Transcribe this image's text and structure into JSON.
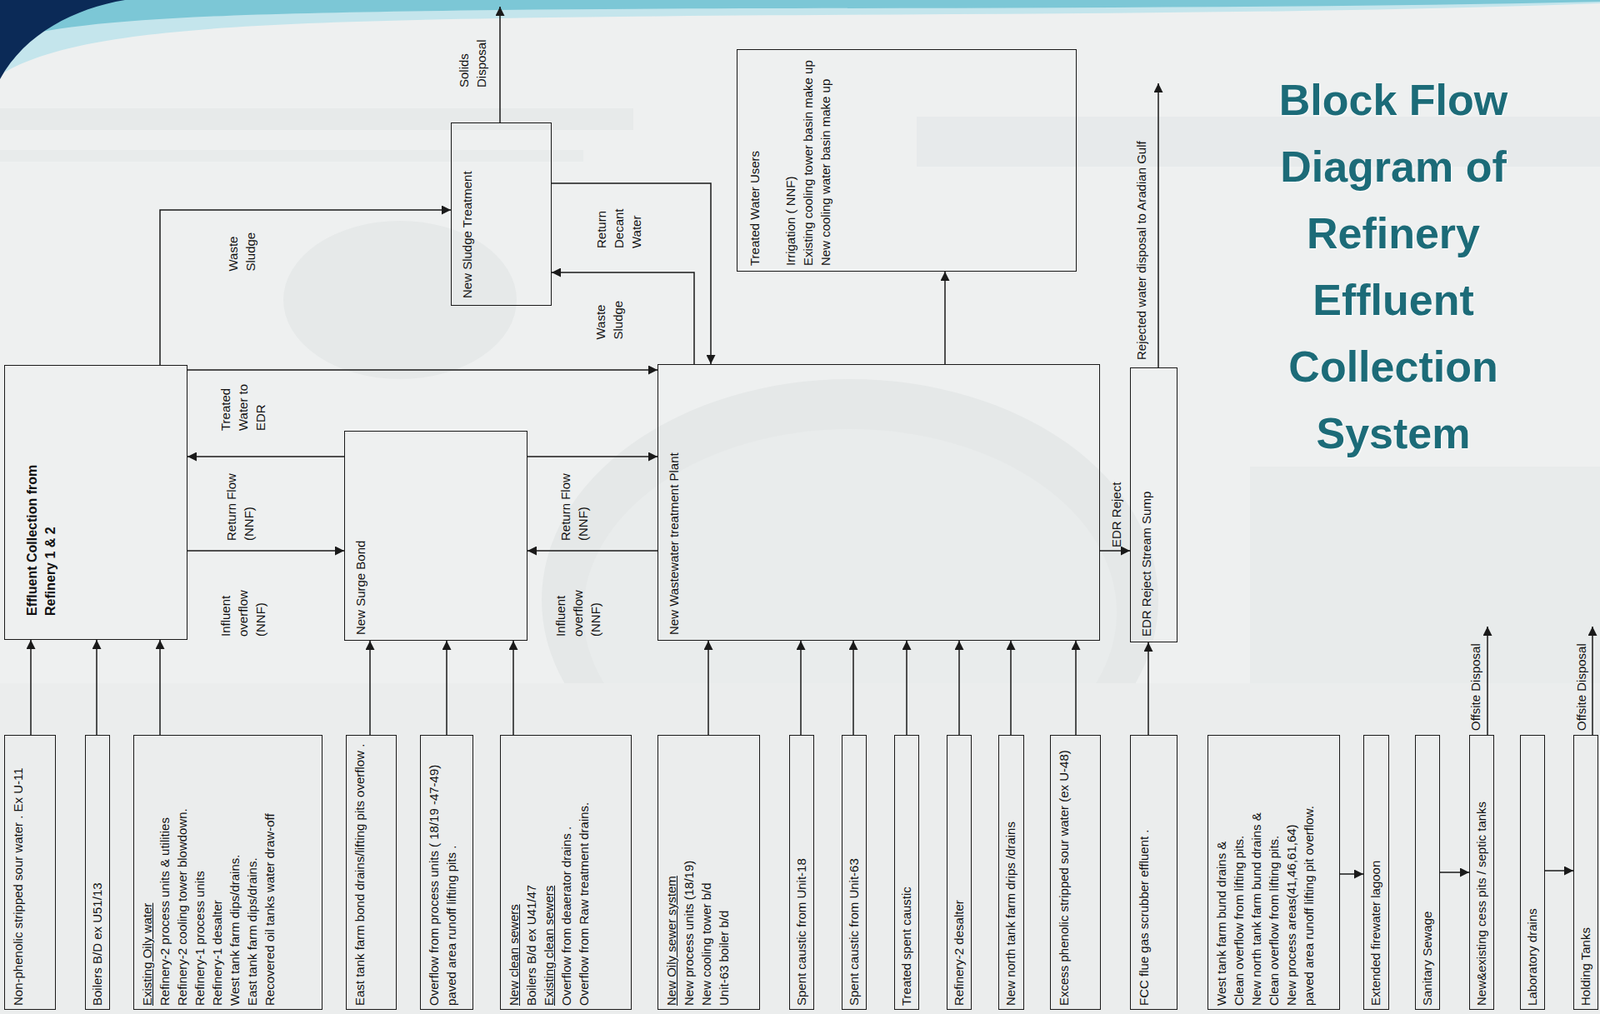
{
  "diagram": {
    "title": "Block Flow Diagram of Refinery Effluent Collection System",
    "nodes": [
      {
        "text": [
          "New Sludge Treatment"
        ]
      },
      {
        "text": [
          "Treated Water Users",
          "Irrigation ( NNF)",
          "Existing cooling tower basin make up",
          "New cooling water basin make up"
        ]
      },
      {
        "text": [
          "Effluent Collection from Refinery 1 & 2"
        ]
      },
      {
        "text": [
          "New Surge Bond"
        ]
      },
      {
        "text": [
          "New Wastewater treatment Plant"
        ]
      },
      {
        "text": [
          "EDR Reject Stream Sump"
        ]
      },
      {
        "text": [
          "Non-phenolic stripped sour water . Ex U-11"
        ]
      },
      {
        "text": [
          "Boilers B/D ex U51/13"
        ]
      },
      {
        "text": [
          "Existing Oily water",
          "Refinery-2 process units & utilities",
          "Refinery-2 cooling tower blowdown.",
          "Refinery-1 process units",
          "Refinery-1 desalter",
          "West tank farm dips/drains.",
          "East tank farm dips/drains.",
          "Recovered oil tanks water draw-off"
        ]
      },
      {
        "text": [
          "East tank farm bond drains/lifting pits overflow ."
        ]
      },
      {
        "text": [
          "Overflow from process units ( 18/19 -47-49) paved area runoff lifting pits ."
        ]
      },
      {
        "text": [
          "New clean sewers",
          "Boilers B/d ex U41/47",
          "Existing clean sewers",
          "Overflow from deaerator drains .",
          "Overflow from Raw treatment drains."
        ]
      },
      {
        "text": [
          "New Oily sewer system",
          "New process units (18/19)",
          "New cooling tower b/d",
          "Unit-63 boiler b/d"
        ]
      },
      {
        "text": [
          "Spent caustic from Unit-18"
        ]
      },
      {
        "text": [
          "Spent caustic from Unit-63"
        ]
      },
      {
        "text": [
          "Treated spent caustic"
        ]
      },
      {
        "text": [
          "Refinery-2 desalter"
        ]
      },
      {
        "text": [
          "New north tank farm drips /drains"
        ]
      },
      {
        "text": [
          "Excess phenolic stripped sour water (ex U-48)"
        ]
      },
      {
        "text": [
          "FCC flue gas scrubber effluent ."
        ]
      },
      {
        "text": [
          "West tank farm bund drains &",
          "Clean overflow from lifting pits.",
          "New north tank farm bund drains &",
          "Clean overflow from lifting pits.",
          "New process areas(41,46,61,64)",
          "paved area runoff lifting pit overflow."
        ]
      },
      {
        "text": [
          "Extended firewater lagoon"
        ]
      },
      {
        "text": [
          "Sanitary Sewage"
        ]
      },
      {
        "text": [
          "New&existing cess pits / septic tanks"
        ]
      },
      {
        "text": [
          "Laboratory drains"
        ]
      },
      {
        "text": [
          "Holding Tanks"
        ]
      }
    ],
    "edges": [
      {
        "from": 6,
        "to": 2,
        "arrow": "to"
      },
      {
        "from": 7,
        "to": 2,
        "arrow": "to"
      },
      {
        "from": 8,
        "to": 2,
        "arrow": "to"
      },
      {
        "from": 9,
        "to": 3,
        "arrow": "to"
      },
      {
        "from": 10,
        "to": 3,
        "arrow": "to"
      },
      {
        "from": 11,
        "to": 3,
        "arrow": "to"
      },
      {
        "from": 12,
        "to": 4,
        "arrow": "to"
      },
      {
        "from": 13,
        "to": 4,
        "arrow": "to"
      },
      {
        "from": 14,
        "to": 4,
        "arrow": "to"
      },
      {
        "from": 15,
        "to": 4,
        "arrow": "to"
      },
      {
        "from": 16,
        "to": 4,
        "arrow": "to"
      },
      {
        "from": 17,
        "to": 4,
        "arrow": "to"
      },
      {
        "from": 18,
        "to": 4,
        "arrow": "to"
      },
      {
        "from": 19,
        "to": 5,
        "arrow": "to"
      },
      {
        "from": 20,
        "to": 21,
        "arrow": "to"
      },
      {
        "from": 22,
        "to": 23,
        "arrow": "to"
      },
      {
        "from": 24,
        "to": 25,
        "arrow": "to"
      },
      {
        "from": 2,
        "to": 4,
        "label": "Treated Water to EDR",
        "arrow": "to"
      },
      {
        "from": 3,
        "to": 2,
        "label": "Return Flow (NNF)",
        "arrow": "to"
      },
      {
        "from": 2,
        "to": 3,
        "label": "Influent overflow (NNF)",
        "arrow": "to"
      },
      {
        "from": 3,
        "to": 4,
        "label": "Return Flow (NNF)",
        "arrow": "to"
      },
      {
        "from": 4,
        "to": 3,
        "label": "Influent overflow (NNF)",
        "arrow": "to"
      },
      {
        "from": 2,
        "to": 0,
        "label": "Waste Sludge",
        "arrow": "to"
      },
      {
        "from": 4,
        "to": 0,
        "label": "Waste Sludge",
        "arrow": "to"
      },
      {
        "from": 0,
        "to": 4,
        "label": "Return Decant Water",
        "arrow": "to"
      },
      {
        "from": 4,
        "to": 1,
        "arrow": "to"
      },
      {
        "from": 4,
        "to": 5,
        "label": "EDR Reject",
        "arrow": "to"
      }
    ],
    "labels": [
      "Solids Disposal",
      "Rejected water disposal to Aradian Gulf",
      "Offsite Disposal",
      "Offsite Disposal"
    ]
  }
}
